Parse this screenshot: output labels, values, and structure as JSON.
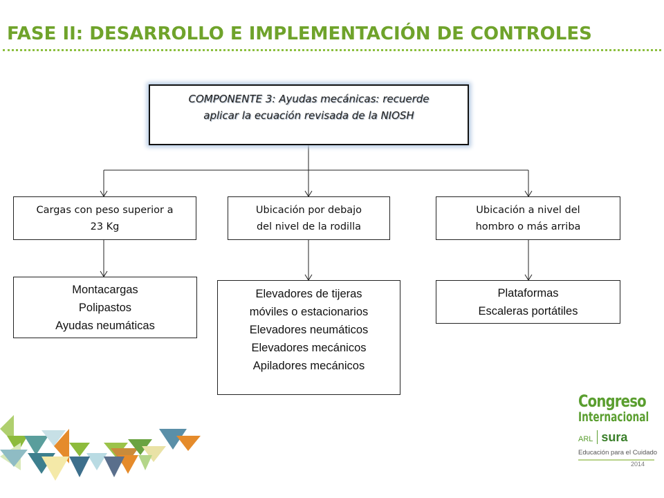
{
  "title": "FASE II:  DESARROLLO E IMPLEMENTACIÓN DE CONTROLES",
  "main_box": {
    "lines": [
      "COMPONENTE 3: Ayudas mecánicas: recuerde",
      "aplicar la ecuación revisada de la NIOSH"
    ]
  },
  "categories": [
    {
      "lines": [
        "Cargas con peso superior a",
        "23 Kg"
      ],
      "equipment": [
        "Montacargas",
        "Polipastos",
        "Ayudas neumáticas"
      ]
    },
    {
      "lines": [
        "Ubicación por debajo",
        "del nivel de la rodilla"
      ],
      "equipment": [
        "Elevadores de tijeras",
        "móviles o estacionarios",
        "Elevadores neumáticos",
        "Elevadores mecánicos",
        "Apiladores mecánicos"
      ]
    },
    {
      "lines": [
        "Ubicación a nivel del",
        "hombro o más arriba"
      ],
      "equipment": [
        "Plataformas",
        "Escaleras portátiles"
      ]
    }
  ],
  "logo": {
    "line1": "Congreso",
    "line2": "Internacional",
    "arl": "ARL",
    "sura": "sura",
    "tagline": "Educación para el Cuidado",
    "year": "2014"
  },
  "colors": {
    "title": "#6fa32b",
    "rule": "#8cbf3f",
    "logo_green": "#5a9e2f"
  }
}
